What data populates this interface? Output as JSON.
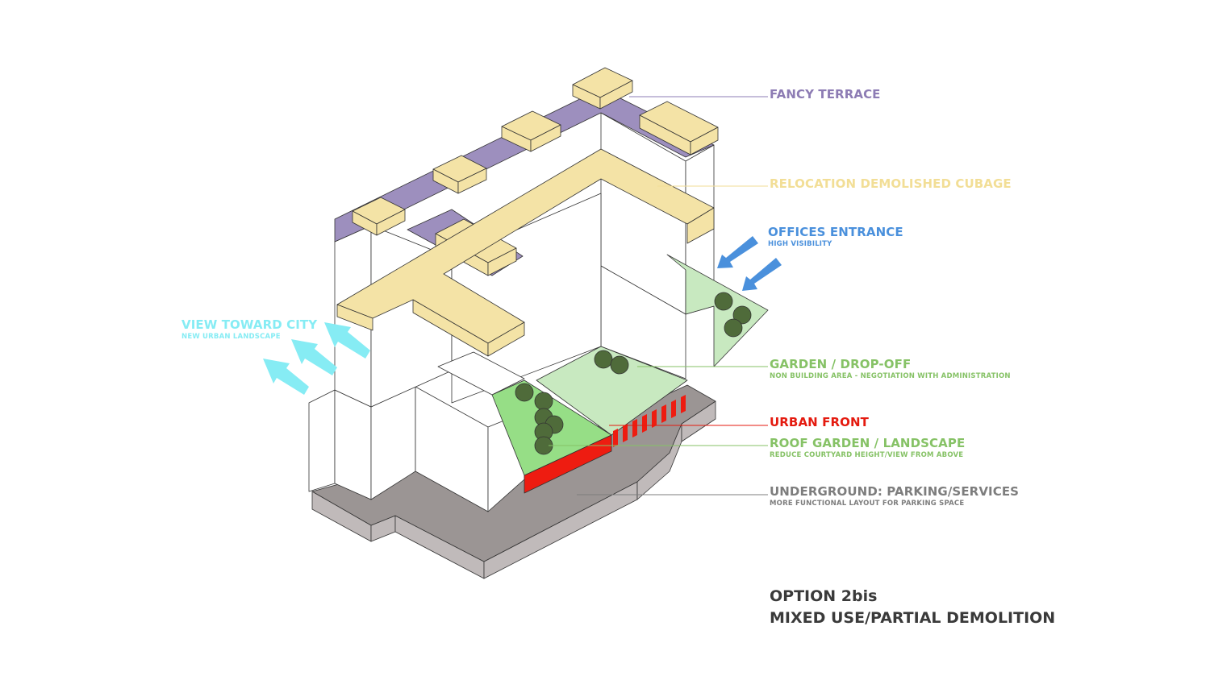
{
  "colors": {
    "terrace": "#9d8fbe",
    "cubage": "#f4e3a6",
    "garden_light": "#c8e9c0",
    "garden_bright": "#96de86",
    "tree": "#4f6b3a",
    "urban_front": "#ee1c11",
    "underground_top": "#9b9594",
    "underground_side": "#c0baba",
    "arrow_blue": "#4a90dc",
    "arrow_cyan": "#86ecf4",
    "text_purple": "#8d7cb4",
    "text_yellow": "#f2de96",
    "text_blue": "#4a90dc",
    "text_cyan": "#86ecf4",
    "text_green": "#86c266",
    "text_red": "#e41a0f",
    "text_gray": "#7d7d7d"
  },
  "icons": {
    "offices_arrows": "arrow-down-left-icon",
    "view_arrows": "arrow-up-left-icon",
    "trees": "tree-circle-icon"
  },
  "labels": {
    "fancy_terrace": "FANCY TERRACE",
    "relocation": "RELOCATION DEMOLISHED CUBAGE",
    "offices_title": "OFFICES ENTRANCE",
    "offices_sub": "HIGH VISIBILITY",
    "view_title": "VIEW TOWARD CITY",
    "view_sub": "NEW URBAN LANDSCAPE",
    "garden_title": "GARDEN / DROP-OFF",
    "garden_sub": "NON BUILDING AREA - NEGOTIATION WITH ADMINISTRATION",
    "urban_front": "URBAN FRONT",
    "roof_title": "ROOF GARDEN / LANDSCAPE",
    "roof_sub": "REDUCE COURTYARD HEIGHT/VIEW FROM ABOVE",
    "underground_title": "UNDERGROUND: PARKING/SERVICES",
    "underground_sub": "MORE FUNCTIONAL LAYOUT FOR PARKING SPACE"
  },
  "option": {
    "line1": "OPTION 2bis",
    "line2": "MIXED USE/PARTIAL DEMOLITION"
  }
}
